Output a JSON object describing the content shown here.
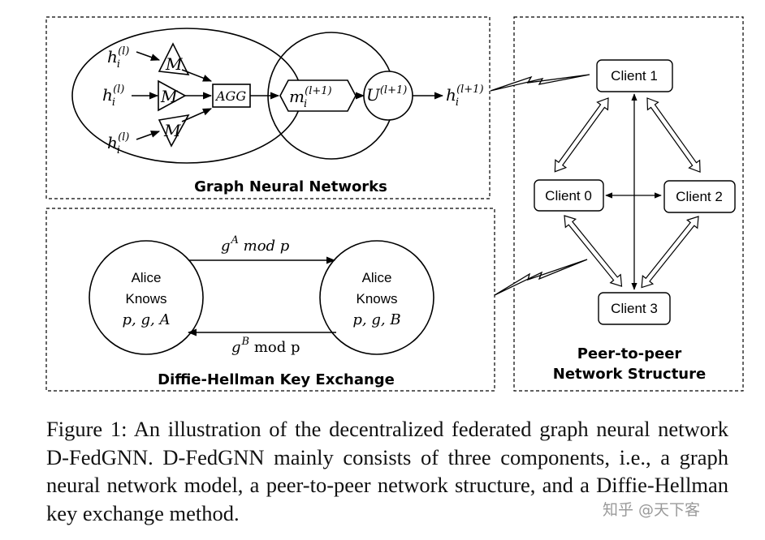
{
  "gnn": {
    "title": "Graph Neural Networks",
    "h_base": "h",
    "h_sub": "i",
    "h_sup": "(l)",
    "m_label": "M",
    "agg_label": "AGG",
    "msg_base": "m",
    "msg_sub": "i",
    "msg_sup": "(l+1)",
    "update_base": "U",
    "update_sup": "(l+1)",
    "out_base": "h",
    "out_sub": "i",
    "out_sup": "(l+1)"
  },
  "p2p": {
    "title_line1": "Peer-to-peer",
    "title_line2": "Network Structure",
    "clients": [
      "Client 1",
      "Client 0",
      "Client 2",
      "Client 3"
    ]
  },
  "dh": {
    "title": "Diffie-Hellman Key Exchange",
    "left_line1": "Alice",
    "left_line2": "Knows",
    "left_line3": "p, g, A",
    "right_line1": "Alice",
    "right_line2": "Knows",
    "right_line3": "p, g, B",
    "top_base": "g",
    "top_sup": "A",
    "top_rest": " mod p",
    "bottom_base": "g",
    "bottom_sup": "B",
    "bottom_rest": " mod p"
  },
  "caption": "Figure 1: An illustration of the decentralized federated graph neural network D-FedGNN. D-FedGNN mainly consists of three components, i.e., a graph neural network model, a peer-to-peer network structure, and a Diffie-Hellman key exchange method.",
  "watermark": "知乎 @天下客"
}
